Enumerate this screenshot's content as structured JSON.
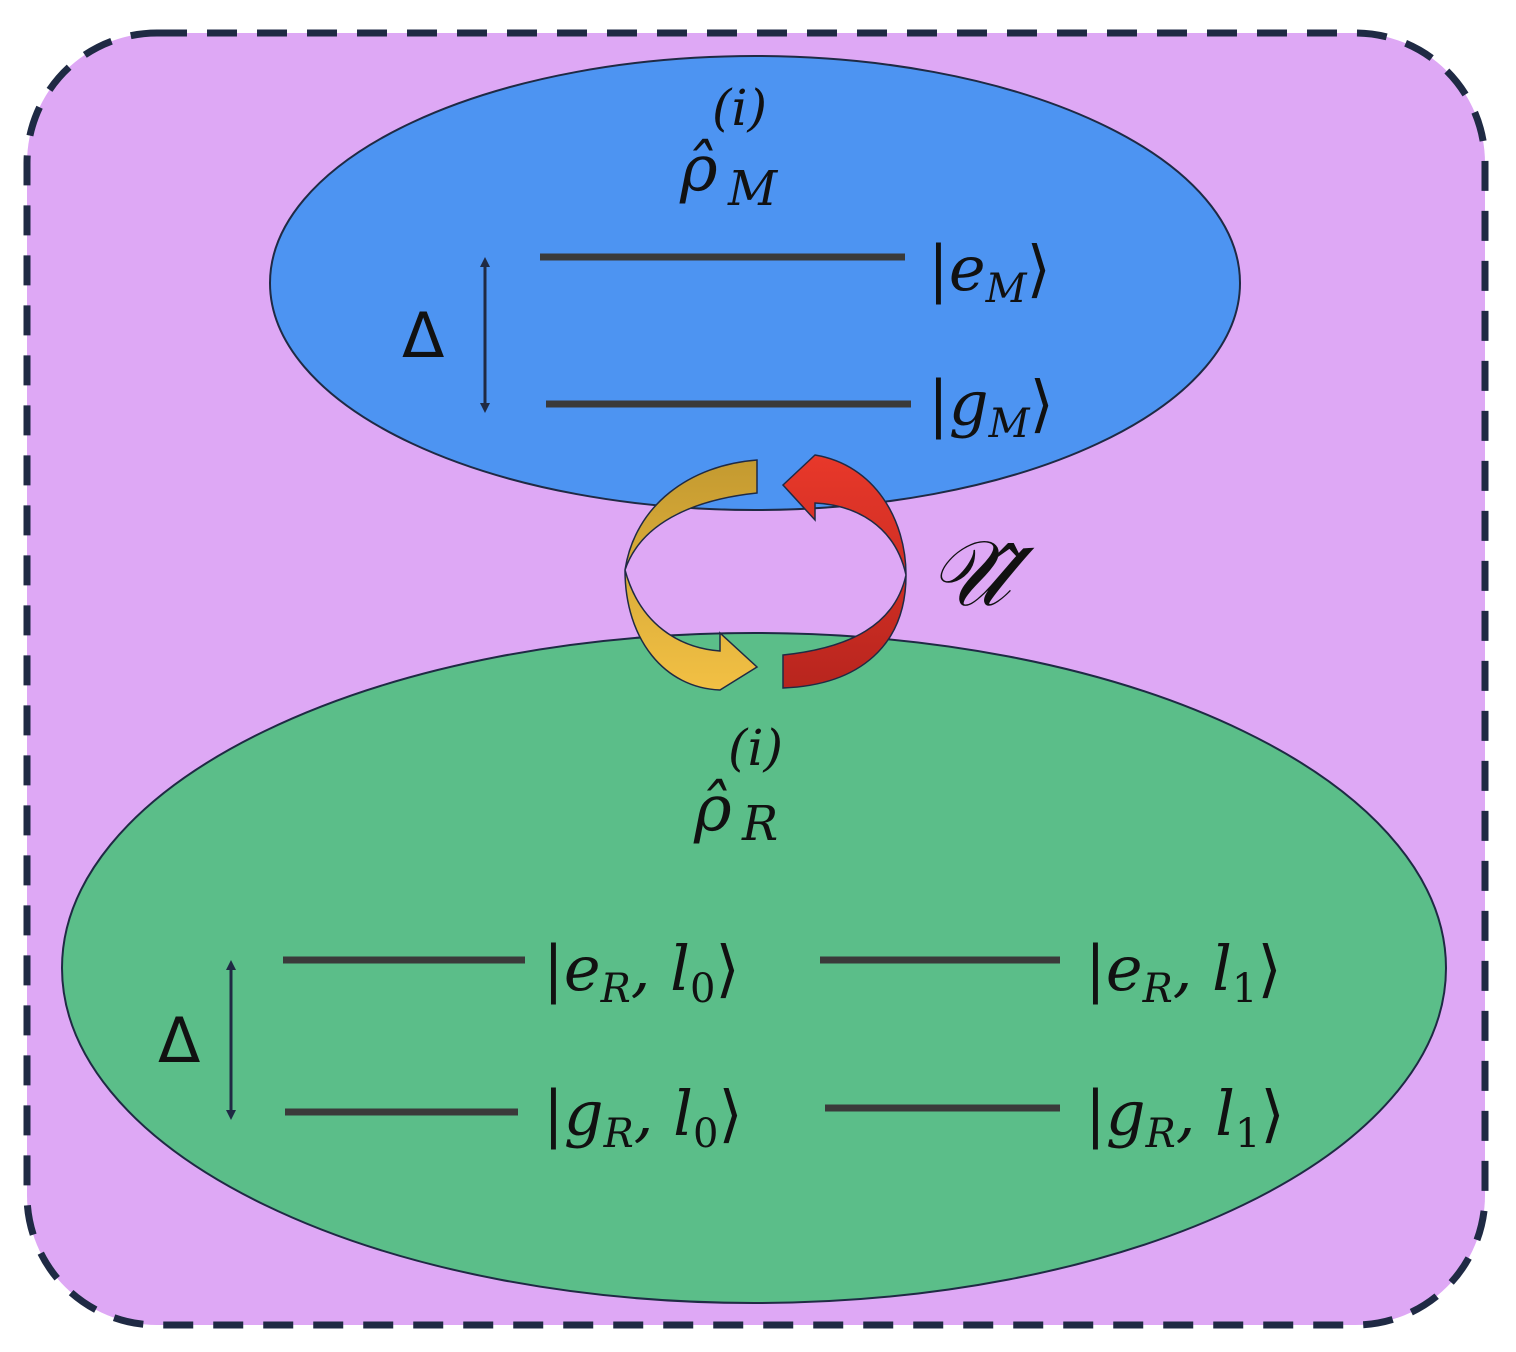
{
  "colors": {
    "background": "#DEA8F5",
    "border": "#1F2A44",
    "memory_fill": "#4D94F2",
    "reservoir_fill": "#5BBE89",
    "level_line": "#3A3A3A",
    "arrow_yellow": "#F2C044",
    "arrow_red": "#E23A2C"
  },
  "memory": {
    "label_base": "ρ̂",
    "label_sub": "M",
    "label_sup": "(i)",
    "gap_label": "Δ",
    "levels": [
      {
        "bra": "|",
        "state": "e",
        "sub": "M",
        "ket": "⟩"
      },
      {
        "bra": "|",
        "state": "g",
        "sub": "M",
        "ket": "⟩"
      }
    ]
  },
  "coupling": {
    "operator": "𝒰̂"
  },
  "reservoir": {
    "label_base": "ρ̂",
    "label_sub": "R",
    "label_sup": "(i)",
    "gap_label": "Δ",
    "levels": [
      {
        "bra": "|",
        "state": "e",
        "sub": "R",
        "sep": ", ",
        "mode": "l",
        "mode_sub": "0",
        "ket": "⟩"
      },
      {
        "bra": "|",
        "state": "e",
        "sub": "R",
        "sep": ", ",
        "mode": "l",
        "mode_sub": "1",
        "ket": "⟩"
      },
      {
        "bra": "|",
        "state": "g",
        "sub": "R",
        "sep": ", ",
        "mode": "l",
        "mode_sub": "0",
        "ket": "⟩"
      },
      {
        "bra": "|",
        "state": "g",
        "sub": "R",
        "sep": ", ",
        "mode": "l",
        "mode_sub": "1",
        "ket": "⟩"
      }
    ]
  }
}
